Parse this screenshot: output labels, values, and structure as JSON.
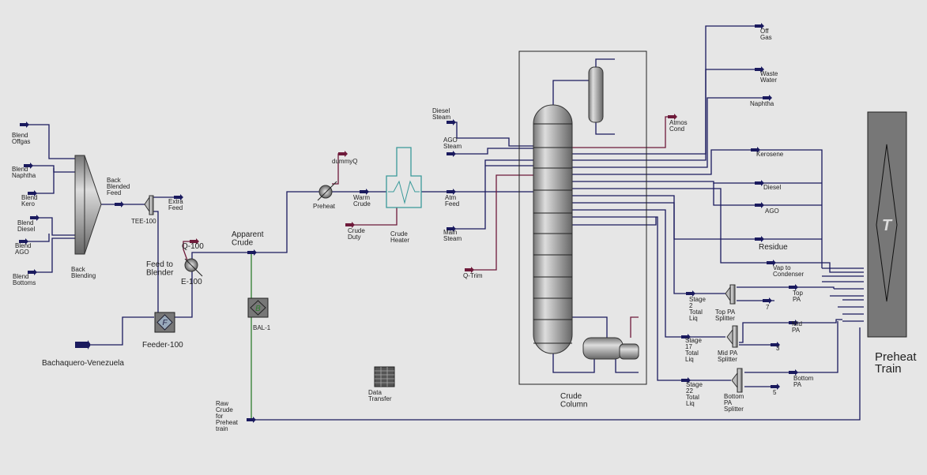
{
  "colors": {
    "background": "#e6e6e6",
    "material_stream": "#1a1a5e",
    "energy_stream": "#6e1a3a",
    "logical": "#2e7d2e",
    "equipment": "#8a8a8a"
  },
  "streams": {
    "blend_offgas": [
      "Blend",
      "Offgas"
    ],
    "blend_naphtha": [
      "Blend",
      "Naphtha"
    ],
    "blend_kero": [
      "Blend",
      "Kero"
    ],
    "blend_diesel": [
      "Blend",
      "Diesel"
    ],
    "blend_ago": [
      "Blend",
      "AGO"
    ],
    "blend_bottoms": [
      "Blend",
      "Bottoms"
    ],
    "back_blended_feed": [
      "Back",
      "Blended",
      "Feed"
    ],
    "extra_feed": [
      "Extra",
      "Feed"
    ],
    "feed_to_blender": [
      "Feed to",
      "Blender"
    ],
    "bachaquero": "Bachaquero-Venezuela",
    "q100": "Q-100",
    "apparent_crude": [
      "Apparent",
      "Crude"
    ],
    "dummyq": "dummyQ",
    "warm_crude": [
      "Warm",
      "Crude"
    ],
    "crude_duty": [
      "Crude",
      "Duty"
    ],
    "atm_feed": [
      "Atm",
      "Feed"
    ],
    "diesel_steam": [
      "Diesel",
      "Steam"
    ],
    "ago_steam": [
      "AGO",
      "Steam"
    ],
    "main_steam": [
      "Main",
      "Steam"
    ],
    "q_trim": "Q-Trim",
    "raw_crude": [
      "Raw",
      "Crude",
      "for",
      "Preheat",
      "train"
    ],
    "off_gas": [
      "Off",
      "Gas"
    ],
    "waste_water": [
      "Waste",
      "Water"
    ],
    "naphtha": "Naphtha",
    "atmos_cond": [
      "Atmos",
      "Cond"
    ],
    "kerosene": "Kerosene",
    "diesel": "Diesel",
    "ago": "AGO",
    "residue": "Residue",
    "vap_to_condenser": [
      "Vap to",
      "Condenser"
    ],
    "stage2": [
      "Stage",
      "2",
      "Total",
      "Liq"
    ],
    "stage17": [
      "Stage",
      "17",
      "Total",
      "Liq"
    ],
    "stage22": [
      "Stage",
      "22",
      "Total",
      "Liq"
    ],
    "s7": "7",
    "s3": "3",
    "s5": "5",
    "top_pa": [
      "Top",
      "PA"
    ],
    "mid_pa": [
      "Mid",
      "PA"
    ],
    "bottom_pa": [
      "Bottom",
      "PA"
    ]
  },
  "units": {
    "back_blending": [
      "Back",
      "Blending"
    ],
    "tee100": "TEE-100",
    "feeder100": "Feeder-100",
    "feeder_glyph": "F",
    "e100": "E-100",
    "bal1": "BAL-1",
    "bal_glyph": "B",
    "preheat": "Preheat",
    "crude_heater": [
      "Crude",
      "Heater"
    ],
    "data_transfer": [
      "Data",
      "Transfer"
    ],
    "crude_column": [
      "Crude",
      "Column"
    ],
    "top_pa_splitter": [
      "Top PA",
      "Splitter"
    ],
    "mid_pa_splitter": [
      "Mid PA",
      "Splitter"
    ],
    "bottom_pa_splitter": [
      "Bottom",
      "PA",
      "Splitter"
    ],
    "preheat_train": [
      "Preheat",
      "Train"
    ],
    "preheat_train_glyph": "T"
  }
}
